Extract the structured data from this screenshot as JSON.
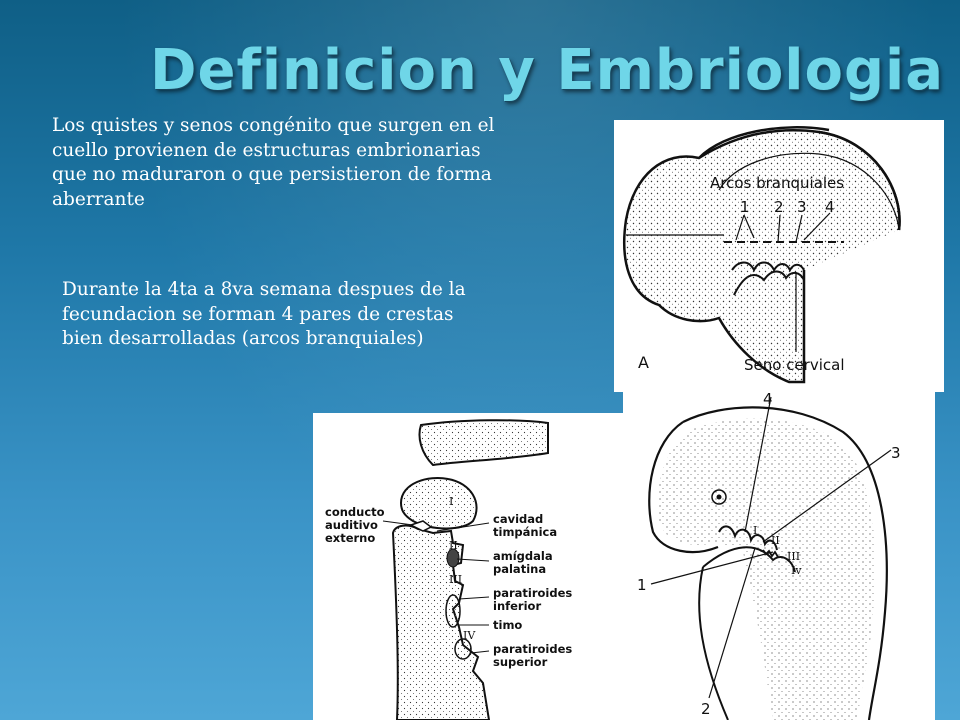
{
  "slide": {
    "title": "Definicion y Embriologia",
    "paragraph1": "Los quistes y senos congénito que surgen en el cuello provienen de estructuras embrionarias que no maduraron o que persistieron de forma aberrante",
    "paragraph2": "Durante la 4ta a 8va semana despues de la fecundacion se forman 4 pares de crestas bien desarrolladas (arcos branquiales)"
  },
  "figureA": {
    "arcos_label": "Arcos branquiales",
    "num1": "1",
    "num2": "2",
    "num3": "3",
    "num4": "4",
    "seno_label": "Seno cervical",
    "panel_letter": "A"
  },
  "figureB": {
    "roman1": "I",
    "roman2": "II",
    "roman3": "III",
    "roman4": "IV",
    "conducto_l1": "conducto",
    "conducto_l2": "auditivo",
    "conducto_l3": "externo",
    "cavidad_l1": "cavidad",
    "cavidad_l2": "timpánica",
    "amigdala_l1": "amígdala",
    "amigdala_l2": "palatina",
    "parati_l1": "paratiroides",
    "parati_l2": "inferior",
    "timo": "timo",
    "parats_l1": "paratiroides",
    "parats_l2": "superior"
  },
  "figureC": {
    "num1": "1",
    "num2": "2",
    "num3": "3",
    "num4": "4",
    "roman1": "I",
    "roman2": "II",
    "roman3": "III",
    "roman4": "Iv"
  },
  "colors": {
    "title": "#6fd6e8",
    "background_top": "#0f5f86",
    "background_bottom": "#4ea6d6",
    "body_text": "#ffffff"
  }
}
